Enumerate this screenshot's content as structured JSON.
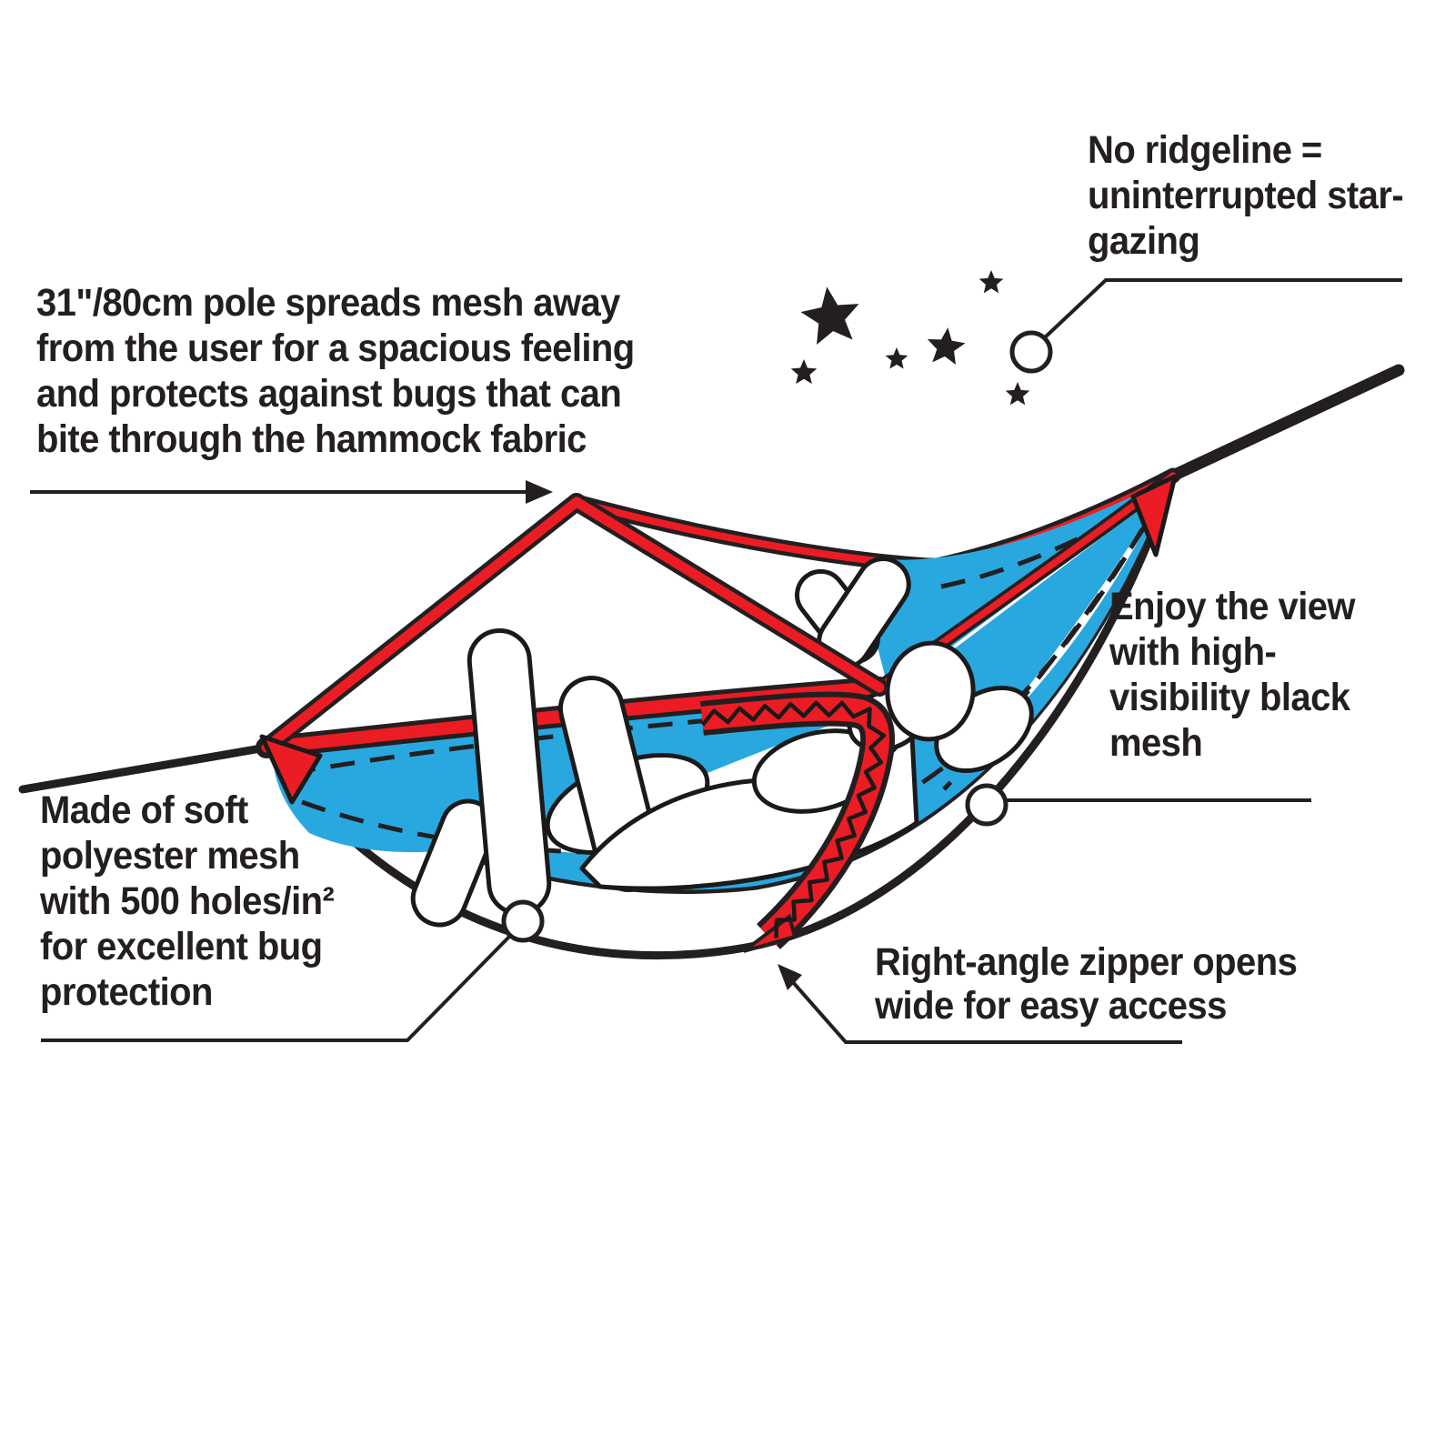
{
  "diagram": {
    "subject": "hammock-with-bug-mesh-feature-diagram",
    "annotations": {
      "pole_note": "31\"/80cm pole spreads mesh away\nfrom the user for a spacious feeling\nand protects against bugs that can\nbite through the hammock fabric",
      "ridgeline_note": "No ridgeline =\nuninterrupted star-\ngazing",
      "view_note": "Enjoy the view\nwith high-\nvisibility black\nmesh",
      "mesh_note": "Made of soft\npolyester mesh\nwith 500 holes/in²\nfor excellent bug\nprotection",
      "zipper_note": "Right-angle zipper opens\nwide for easy access"
    },
    "colors": {
      "ink": "#231f20",
      "red": "#ec1c24",
      "blue": "#29a8e0",
      "paper": "#ffffff"
    },
    "decorations": {
      "star_count": 6,
      "callout_dot_count": 3
    }
  }
}
